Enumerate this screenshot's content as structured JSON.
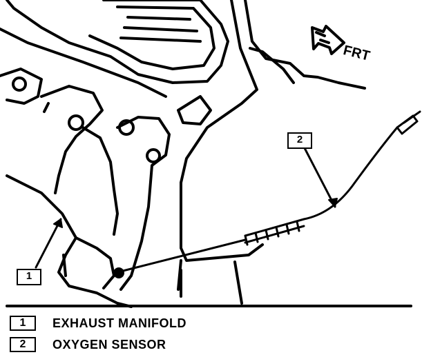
{
  "diagram": {
    "front_label": "FRT",
    "callouts": [
      {
        "number": "1"
      },
      {
        "number": "2"
      }
    ]
  },
  "legend": [
    {
      "number": "1",
      "label": "EXHAUST MANIFOLD"
    },
    {
      "number": "2",
      "label": "OXYGEN SENSOR"
    }
  ]
}
